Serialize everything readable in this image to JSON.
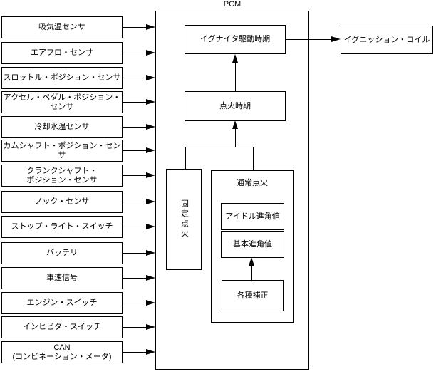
{
  "pcm": {
    "label": "PCM"
  },
  "inputs": [
    {
      "label": "吸気温センサ"
    },
    {
      "label": "エアフロ・センサ"
    },
    {
      "label": "スロットル・ポジション・センサ"
    },
    {
      "label": "アクセル・ペダル・ポジション・\nセンサ"
    },
    {
      "label": "冷却水温センサ"
    },
    {
      "label": "カムシャフト・ポジション・センサ"
    },
    {
      "label": "クランクシャフト・\nポジション・センサ"
    },
    {
      "label": "ノック・センサ"
    },
    {
      "label": "ストップ・ライト・スイッチ"
    },
    {
      "label": "バッテリ"
    },
    {
      "label": "車速信号"
    },
    {
      "label": "エンジン・スイッチ"
    },
    {
      "label": "インヒビタ・スイッチ"
    },
    {
      "label": "CAN\n(コンビネーション・メータ)"
    }
  ],
  "blocks": {
    "igniter_drive_timing": "イグナイタ駆動時期",
    "ignition_timing": "点火時期",
    "fixed_ignition": "固定点火",
    "normal_ignition": "通常点火",
    "idle_advance_value": "アイドル進角値",
    "basic_advance_value": "基本進角値",
    "various_corrections": "各種補正"
  },
  "output": {
    "label": "イグニッション・コイル"
  },
  "colors": {
    "line": "#000000",
    "background": "#ffffff",
    "text": "#000000"
  }
}
